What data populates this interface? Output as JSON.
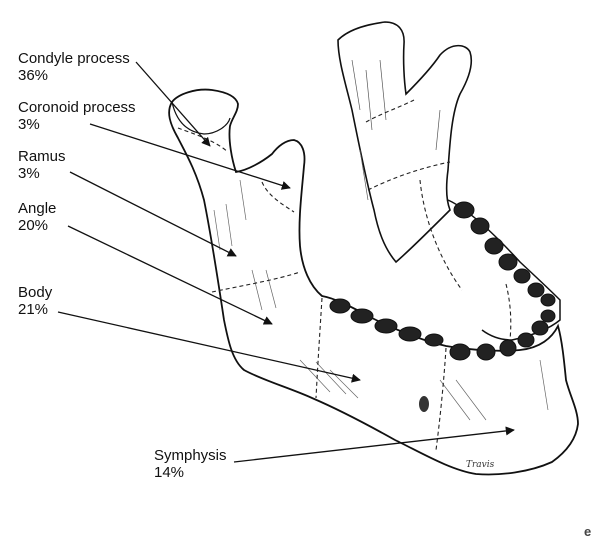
{
  "labels": [
    {
      "name": "Condyle process",
      "pct": "36%"
    },
    {
      "name": "Coronoid process",
      "pct": "3%"
    },
    {
      "name": "Ramus",
      "pct": "3%"
    },
    {
      "name": "Angle",
      "pct": "20%"
    },
    {
      "name": "Body",
      "pct": "21%"
    },
    {
      "name": "Symphysis",
      "pct": "14%"
    }
  ],
  "artist_signature": "Travis",
  "corner_mark": "e",
  "colors": {
    "ink": "#111111",
    "fracture": "#333333",
    "background": "#ffffff"
  }
}
